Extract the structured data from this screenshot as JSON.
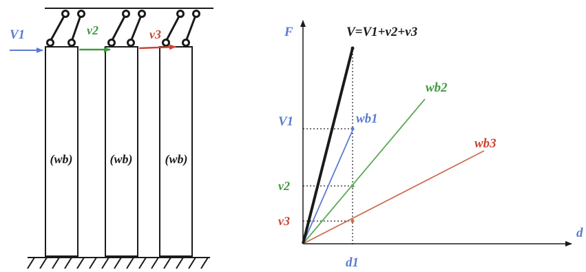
{
  "left_figure": {
    "force_labels": {
      "v1": "V1",
      "v2": "v2",
      "v3": "v3"
    },
    "wall_labels": [
      "(wb)",
      "(wb)",
      "(wb)"
    ],
    "colors": {
      "v1": "#5b7bd0",
      "v2": "#3f9a3f",
      "v3": "#cc4433",
      "ink": "#1a1a1a"
    }
  },
  "right_chart": {
    "axis_labels": {
      "y": "F",
      "x": "d"
    },
    "equation": "V=V1+v2+v3",
    "line_labels": {
      "wb1": "wb1",
      "wb2": "wb2",
      "wb3": "wb3"
    },
    "tick_labels": {
      "v1": "V1",
      "v2": "v2",
      "v3": "v3",
      "d1": "d1"
    },
    "colors": {
      "total": "#1a1a1a",
      "wb1": "#5b7bd0",
      "wb2": "#5aaa55",
      "wb3": "#d06a50",
      "label_v1": "#5b7bd0",
      "label_v2": "#3f9a3f",
      "label_v3": "#cc4433",
      "wb2_text": "#3f9a3f",
      "wb3_text": "#cc4433"
    }
  }
}
